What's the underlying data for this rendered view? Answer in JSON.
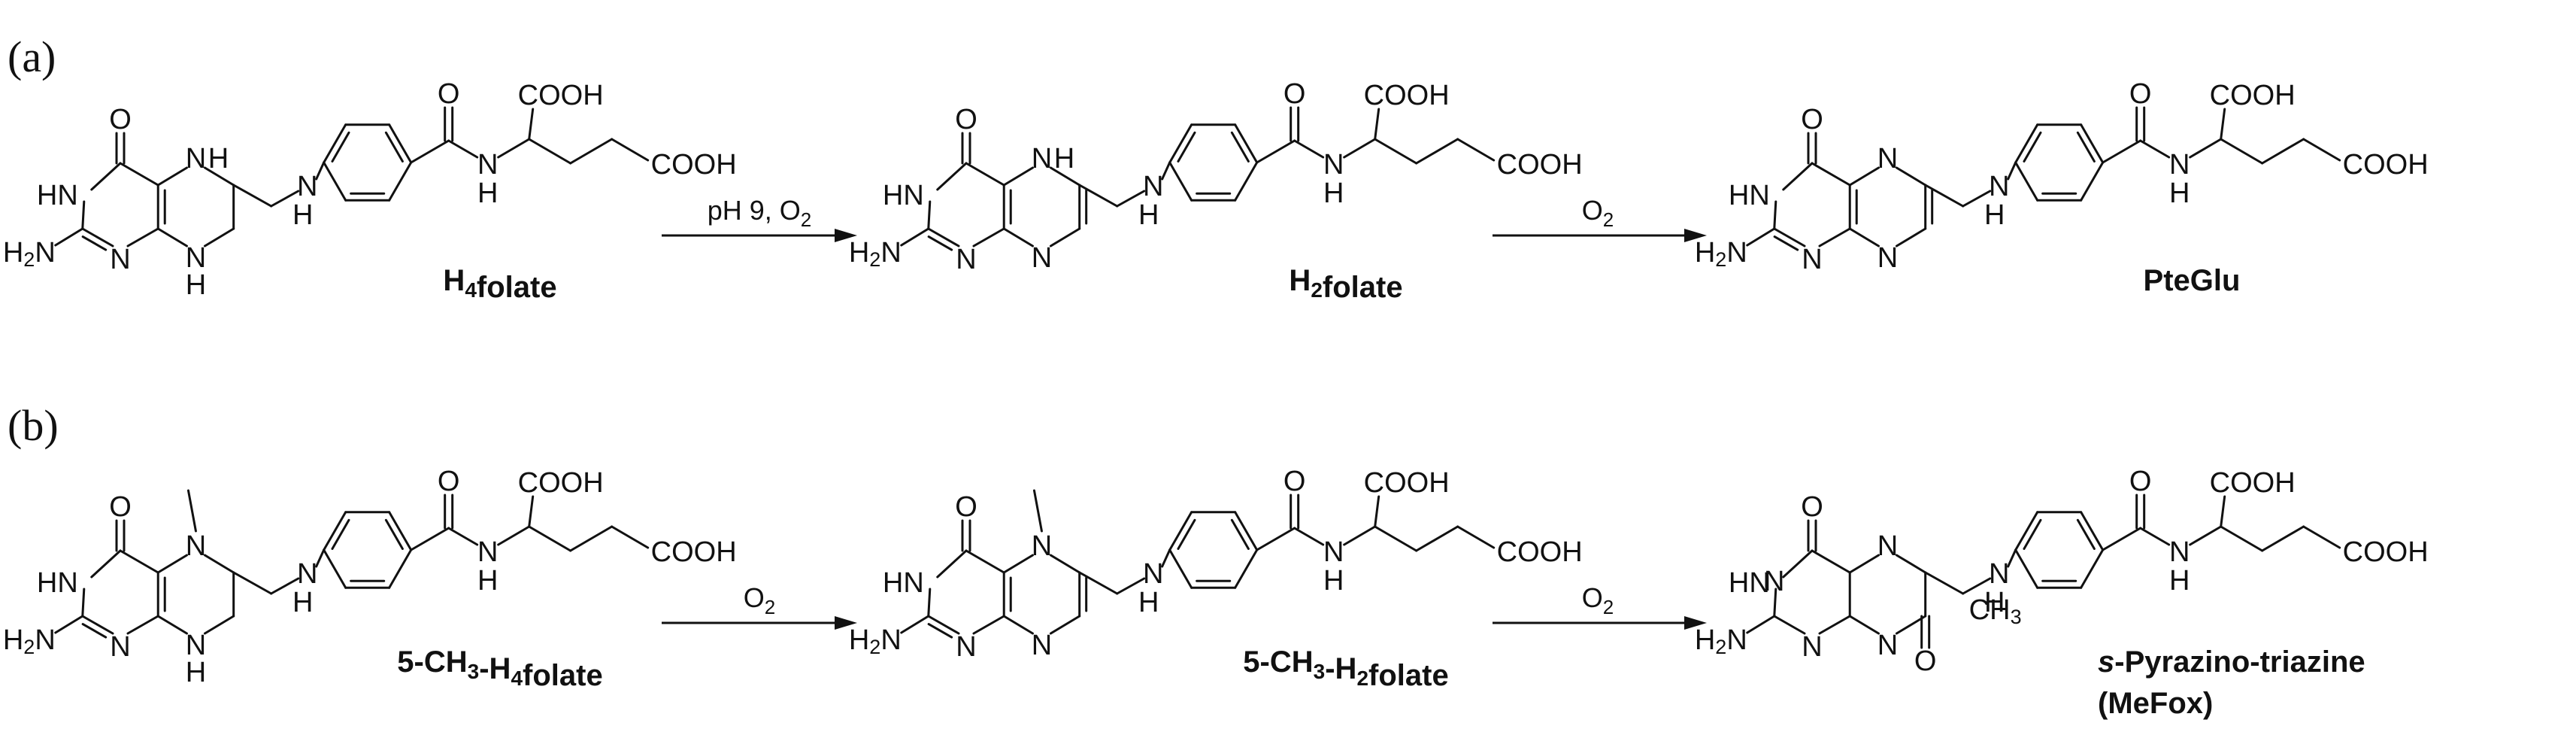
{
  "panels": [
    {
      "label": "(a)",
      "compounds": [
        "H4folate",
        "H2folate",
        "PteGlu"
      ],
      "arrows": [
        "pH 9, O2",
        "O2"
      ]
    },
    {
      "label": "(b)",
      "compounds": [
        "5-CH3-H4folate",
        "5-CH3-H2folate",
        "s-Pyrazino-triazine",
        "(MeFox)"
      ],
      "arrows": [
        "O2",
        "O2"
      ]
    }
  ],
  "groups": {
    "cooh": "COOH",
    "o": "O",
    "nh": "NH",
    "n": "N",
    "h": "H",
    "hn": "HN",
    "h2n": "H2N",
    "ch3": "CH3"
  }
}
